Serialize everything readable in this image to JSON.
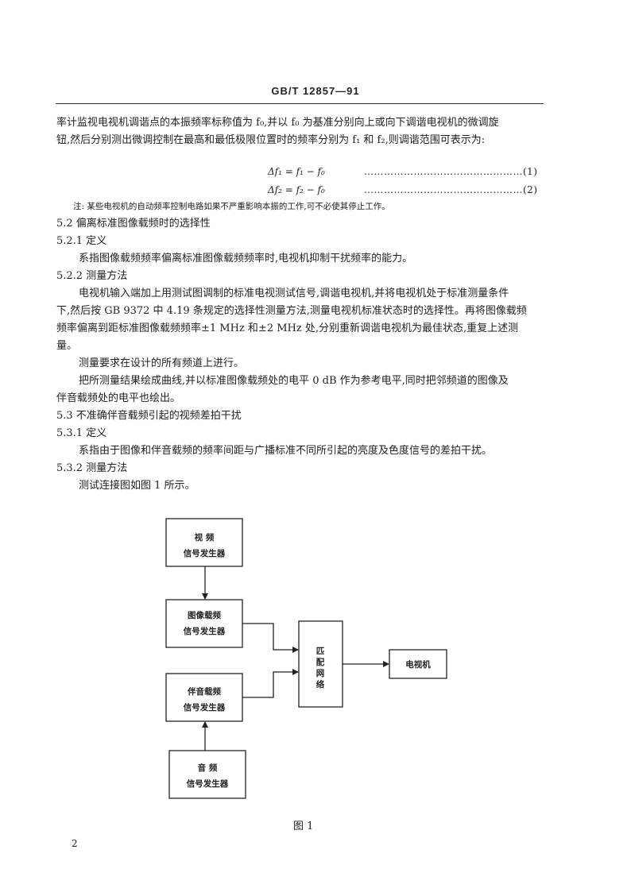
{
  "header": {
    "code": "GB/T  12857—91"
  },
  "body": {
    "para1_line1": "率计监视电视机调谐点的本振频率标称值为 f₀,并以 f₀ 为基准分别向上或向下调谐电视机的微调旋",
    "para1_line2": "钮,然后分别测出微调控制在最高和最低极限位置时的频率分别为 f₁ 和 f₂,则调谐范围可表示为:",
    "eq1": "Δf₁ = f₁ − f₀",
    "eq1_num": "…………………………………………(1)",
    "eq2": "Δf₂ = f₂ − f₀",
    "eq2_num": "…………………………………………(2)",
    "note": "注: 某些电视机的自动频率控制电路如果不严重影响本振的工作,可不必使其停止工作。",
    "s52": "5.2   偏离标准图像载频时的选择性",
    "s521": "5.2.1   定义",
    "s521_text": "系指图像载频频率偏离标准图像载频频率时,电视机抑制干扰频率的能力。",
    "s522": "5.2.2   测量方法",
    "s522_l1": "电视机输入端加上用测试图调制的标准电视测试信号,调谐电视机,并将电视机处于标准测量条件",
    "s522_l2": "下,然后按 GB 9372 中 4.19 条规定的选择性测量方法,测量电视机标准状态时的选择性。再将图像载频",
    "s522_l3": "频率偏离到距标准图像载频频率±1 MHz 和±2 MHz 处,分别重新调谐电视机为最佳状态,重复上述测",
    "s522_l4": "量。",
    "s522_p2": "测量要求在设计的所有频道上进行。",
    "s522_p3_l1": "把所测量结果绘成曲线,并以标准图像载频处的电平 0 dB 作为参考电平,同时把邻频道的图像及",
    "s522_p3_l2": "伴音载频处的电平也绘出。",
    "s53": "5.3   不准确伴音载频引起的视频差拍干扰",
    "s531": "5.3.1   定义",
    "s531_text": "系指由于图像和伴音载频的频率间距与广播标准不同所引起的亮度及色度信号的差拍干扰。",
    "s532": "5.3.2   测量方法",
    "s532_text": "测试连接图如图 1 所示。"
  },
  "diagram": {
    "video_gen_l1": "视    频",
    "video_gen_l2": "信号发生器",
    "image_carrier_l1": "图像载频",
    "image_carrier_l2": "信号发生器",
    "sound_carrier_l1": "伴音载频",
    "sound_carrier_l2": "信号发生器",
    "audio_gen_l1": "音    频",
    "audio_gen_l2": "信号发生器",
    "match_c1": "匹",
    "match_c2": "配",
    "match_c3": "网",
    "match_c4": "络",
    "tv": "电视机"
  },
  "caption": "图 1",
  "page_number": "2"
}
